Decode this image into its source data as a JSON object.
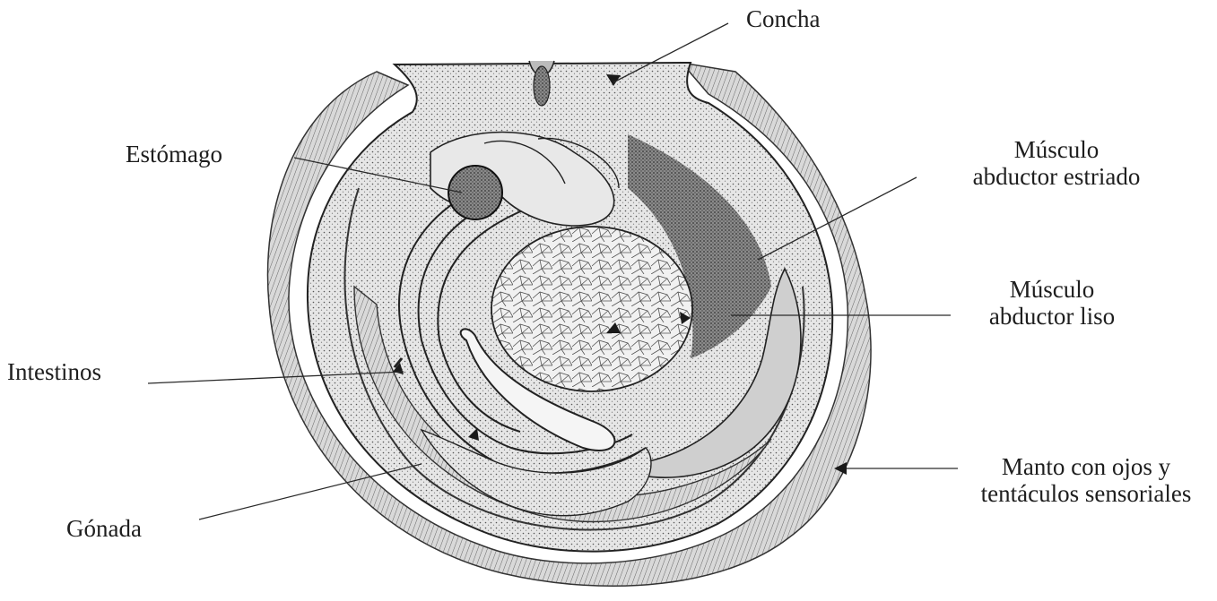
{
  "labels": {
    "concha": "Concha",
    "estomago": "Estómago",
    "musculo_estriado_line1": "Músculo",
    "musculo_estriado_line2": "abductor estriado",
    "musculo_liso_line1": "Músculo",
    "musculo_liso_line2": "abductor liso",
    "intestinos": "Intestinos",
    "manto_line1": "Manto con ojos y",
    "manto_line2": "tentáculos sensoriales",
    "gonada": "Gónada"
  },
  "colors": {
    "ink": "#1e1e1e",
    "background": "#ffffff",
    "shading": "#6b6b6b"
  }
}
